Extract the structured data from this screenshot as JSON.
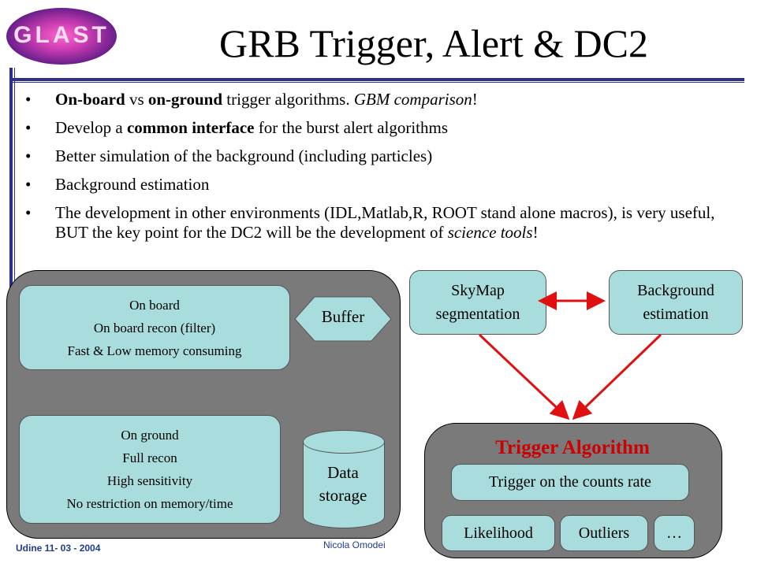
{
  "logo": {
    "text": "GLAST"
  },
  "title": "GRB Trigger, Alert & DC2",
  "bullets": [
    {
      "parts": [
        {
          "text": "On-board",
          "style": "b"
        },
        {
          "text": " vs ",
          "style": ""
        },
        {
          "text": "on-ground",
          "style": "b"
        },
        {
          "text": " trigger algorithms. ",
          "style": ""
        },
        {
          "text": "GBM comparison",
          "style": "i"
        },
        {
          "text": "!",
          "style": ""
        }
      ]
    },
    {
      "parts": [
        {
          "text": "Develop a ",
          "style": ""
        },
        {
          "text": "common interface",
          "style": "b"
        },
        {
          "text": " for the burst alert algorithms",
          "style": ""
        }
      ]
    },
    {
      "parts": [
        {
          "text": "Better simulation of the background (including particles)",
          "style": ""
        }
      ]
    },
    {
      "parts": [
        {
          "text": "Background estimation",
          "style": ""
        }
      ]
    },
    {
      "parts": [
        {
          "text": "The development in other environments (IDL,Matlab,R, ROOT stand alone macros), is very useful, BUT the key point for the DC2 will be the development of ",
          "style": ""
        },
        {
          "text": "science tools",
          "style": "i"
        },
        {
          "text": "!",
          "style": ""
        }
      ]
    }
  ],
  "bullet_symbol": "•",
  "left_diagram": {
    "onboard_lines": [
      "On board",
      "On board recon (filter)",
      "Fast & Low memory consuming"
    ],
    "buffer": "Buffer",
    "onground_lines": [
      "On ground",
      "Full recon",
      "High sensitivity",
      "No restriction on memory/time"
    ],
    "storage_lines": [
      "Data",
      "storage"
    ]
  },
  "right_diagram": {
    "skymap_lines": [
      "SkyMap",
      "segmentation"
    ],
    "background_lines": [
      "Background",
      "estimation"
    ],
    "trigger_title": "Trigger Algorithm",
    "counts_rate": "Trigger on the counts rate",
    "likelihood": "Likelihood",
    "outliers": "Outliers",
    "ellipsis": "…"
  },
  "colors": {
    "arrow": "#e01010",
    "trigger_title": "#cc0000",
    "box_fill": "#a9dddd",
    "panel_fill": "#7a7a7a",
    "rule": "#2e2e8c"
  },
  "footer": {
    "left": "Udine 11- 03 - 2004",
    "center": "Nicola Omodei"
  }
}
